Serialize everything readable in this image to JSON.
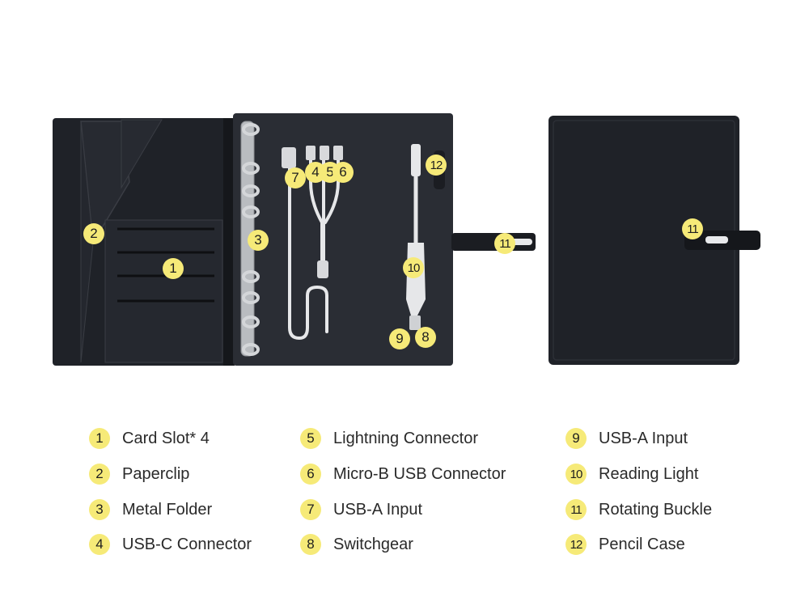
{
  "colors": {
    "badge": "#f6ea78",
    "leather": "#1f2228",
    "leather_inner": "#2a2d34",
    "text": "#2a2a2a"
  },
  "callouts": [
    {
      "n": "1"
    },
    {
      "n": "2"
    },
    {
      "n": "3"
    },
    {
      "n": "4"
    },
    {
      "n": "5"
    },
    {
      "n": "6"
    },
    {
      "n": "7"
    },
    {
      "n": "8"
    },
    {
      "n": "9"
    },
    {
      "n": "10"
    },
    {
      "n": "11"
    },
    {
      "n": "12"
    }
  ],
  "legend": [
    {
      "n": "1",
      "label": "Card Slot* 4"
    },
    {
      "n": "2",
      "label": "Paperclip"
    },
    {
      "n": "3",
      "label": "Metal Folder"
    },
    {
      "n": "4",
      "label": "USB-C Connector"
    },
    {
      "n": "5",
      "label": "Lightning Connector"
    },
    {
      "n": "6",
      "label": "Micro-B USB Connector"
    },
    {
      "n": "7",
      "label": "USB-A Input"
    },
    {
      "n": "8",
      "label": "Switchgear"
    },
    {
      "n": "9",
      "label": "USB-A Input"
    },
    {
      "n": "10",
      "label": "Reading Light"
    },
    {
      "n": "11",
      "label": "Rotating Buckle"
    },
    {
      "n": "12",
      "label": "Pencil Case"
    }
  ]
}
